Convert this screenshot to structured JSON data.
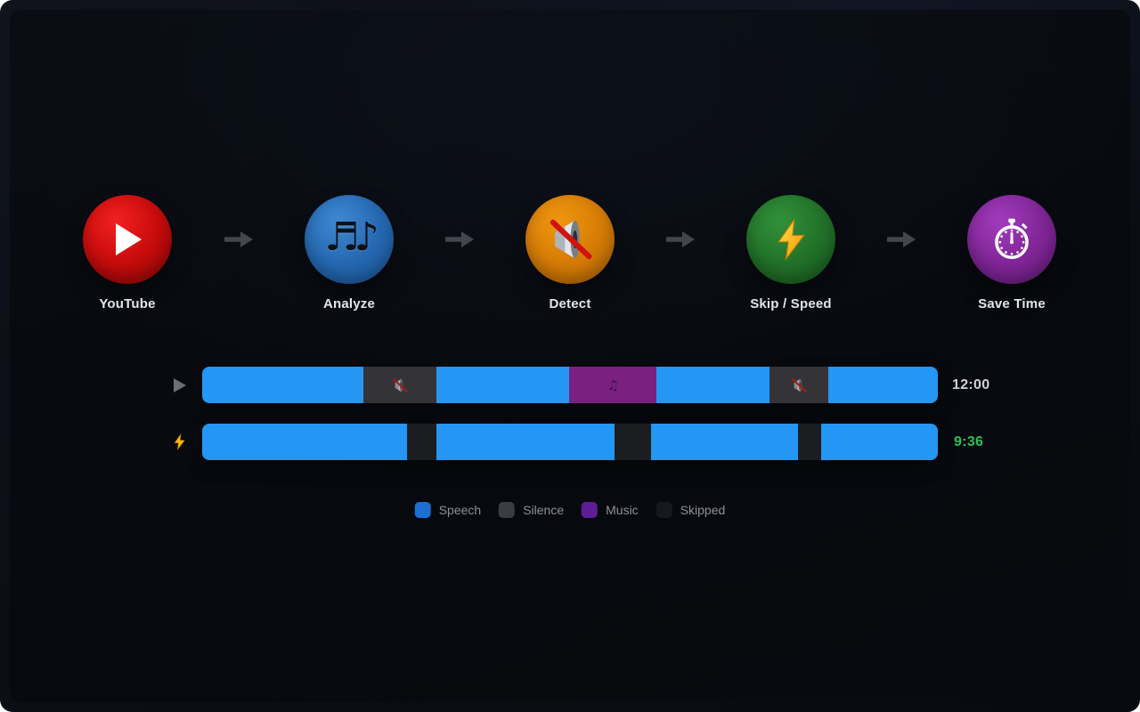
{
  "steps": [
    {
      "label": "YouTube",
      "icon": "play-icon",
      "color": "#cc0d0d"
    },
    {
      "label": "Analyze",
      "icon": "music-notes-icon",
      "color": "#2669b2"
    },
    {
      "label": "Detect",
      "icon": "muted-speaker-icon",
      "color": "#d67c06"
    },
    {
      "label": "Skip / Speed",
      "icon": "lightning-icon",
      "color": "#227229"
    },
    {
      "label": "Save Time",
      "icon": "stopwatch-icon",
      "color": "#812698"
    }
  ],
  "arrow": {
    "icon": "arrow-right-icon",
    "color": "#43464c",
    "count": 4
  },
  "timelines": [
    {
      "name": "original-timeline",
      "leading_icon": "play-icon",
      "duration_label": "12:00",
      "duration_color": "#ced1d6",
      "segments": [
        {
          "type": "speech",
          "pct": 21.9
        },
        {
          "type": "silence",
          "pct": 10.0,
          "icon": "muted-speaker-icon"
        },
        {
          "type": "speech",
          "pct": 18.0
        },
        {
          "type": "music",
          "pct": 11.9,
          "icon": "music-note-icon"
        },
        {
          "type": "speech",
          "pct": 15.3
        },
        {
          "type": "silence",
          "pct": 8.0,
          "icon": "muted-speaker-icon"
        },
        {
          "type": "speech",
          "pct": 14.9
        }
      ]
    },
    {
      "name": "optimized-timeline",
      "leading_icon": "lightning-icon",
      "duration_label": "9:36",
      "duration_color": "#2fbf53",
      "segments": [
        {
          "type": "speech",
          "pct": 27.9
        },
        {
          "type": "skipped",
          "pct": 3.9
        },
        {
          "type": "speech",
          "pct": 24.2
        },
        {
          "type": "skipped",
          "pct": 5.0
        },
        {
          "type": "speech",
          "pct": 20.0
        },
        {
          "type": "skipped",
          "pct": 3.1
        },
        {
          "type": "speech",
          "pct": 15.9
        }
      ]
    }
  ],
  "legend": {
    "items": [
      {
        "label": "Speech",
        "color": "#1d6fd2"
      },
      {
        "label": "Silence",
        "color": "#3a3d42"
      },
      {
        "label": "Music",
        "color": "#5e1d96"
      },
      {
        "label": "Skipped",
        "color": "#16181d"
      }
    ]
  },
  "colors": {
    "speech_segment": "#2397f3",
    "silence_segment": "#343438",
    "music_segment": "#7a2180",
    "skipped_segment": "#1b1d20",
    "background": "#090c12",
    "time_original": "#ced1d6",
    "time_optimized": "#2fbf53"
  }
}
